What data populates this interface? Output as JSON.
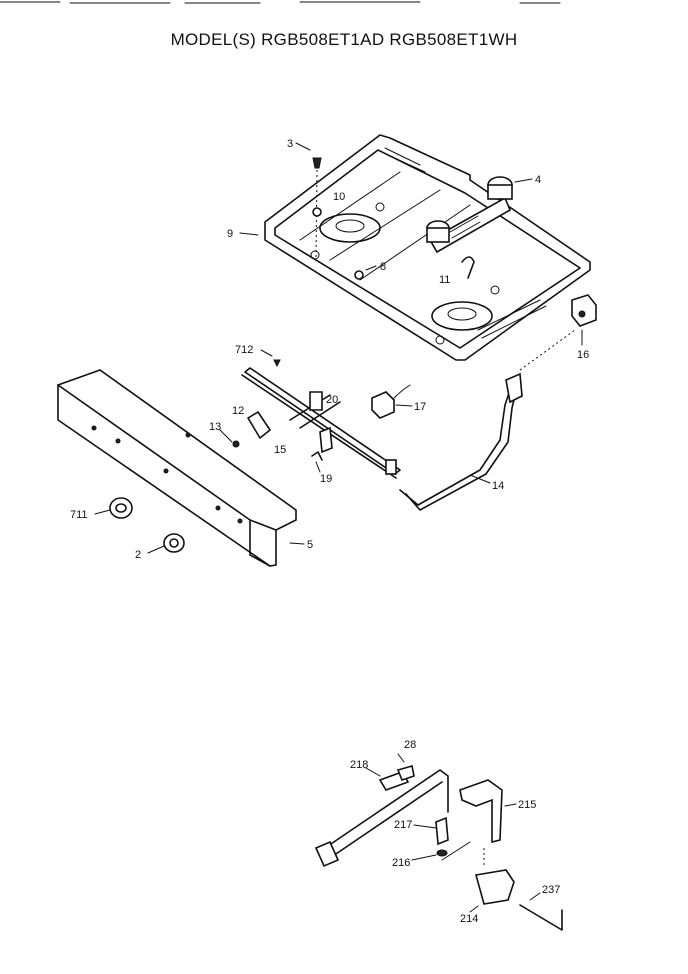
{
  "title": "MODEL(S) RGB508ET1AD  RGB508ET1WH",
  "callouts": {
    "c3": "3",
    "c4": "4",
    "c10": "10",
    "c9": "9",
    "c8": "8",
    "c11": "11",
    "c16": "16",
    "c712": "712",
    "c20": "20",
    "c17": "17",
    "c12": "12",
    "c13": "13",
    "c15": "15",
    "c19": "19",
    "c14": "14",
    "c711": "711",
    "c2": "2",
    "c5": "5",
    "c28": "28",
    "c218": "218",
    "c215": "215",
    "c217": "217",
    "c216": "216",
    "c214": "214",
    "c237": "237"
  }
}
